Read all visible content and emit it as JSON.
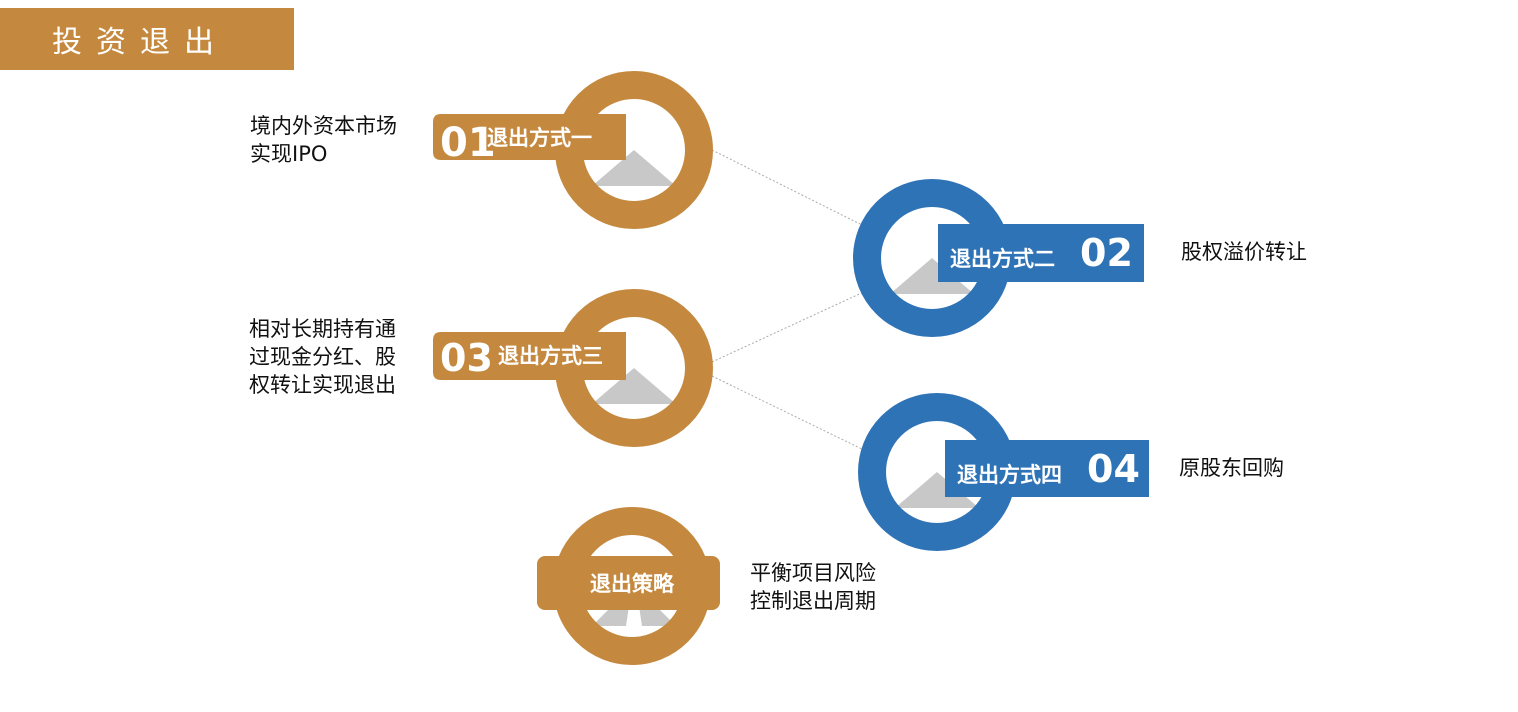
{
  "header": {
    "title": "投资退出"
  },
  "colors": {
    "gold": "#c4893f",
    "blue": "#2f73b7",
    "gray": "#c8c8c8",
    "line": "#aaaaaa"
  },
  "methods": [
    {
      "number": "01",
      "label": "退出方式一",
      "description": "境内外资本市场实现IPO"
    },
    {
      "number": "02",
      "label": "退出方式二",
      "description": "股权溢价转让"
    },
    {
      "number": "03",
      "label": "退出方式三",
      "description": "相对长期持有通过现金分红、股权转让实现退出"
    },
    {
      "number": "04",
      "label": "退出方式四",
      "description": "原股东回购"
    }
  ],
  "strategy": {
    "label": "退出策略",
    "description_line1": "平衡项目风险",
    "description_line2": "控制退出周期"
  },
  "desc_lines": {
    "m1": [
      "境内外资本市场",
      "实现IPO"
    ],
    "m3": [
      "相对长期持有通",
      "过现金分红、股",
      "权转让实现退出"
    ]
  }
}
